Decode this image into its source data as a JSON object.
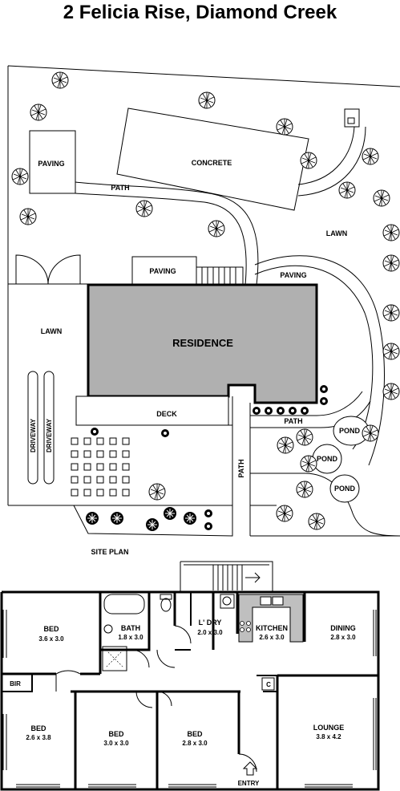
{
  "title": "2 Felicia Rise, Diamond Creek",
  "site_plan": {
    "caption": "SITE PLAN",
    "labels": {
      "paving_left": "PAVING",
      "concrete": "CONCRETE",
      "path_top": "PATH",
      "lawn_right": "LAWN",
      "paving_mid": "PAVING",
      "paving_right": "PAVING",
      "lawn_left": "LAWN",
      "residence": "RESIDENCE",
      "deck": "DECK",
      "path_right": "PATH",
      "path_vertical": "PATH",
      "pond_1": "POND",
      "pond_2": "POND",
      "pond_3": "POND",
      "driveway_1": "DRIVEWAY",
      "driveway_2": "DRIVEWAY"
    }
  },
  "floor_plan": {
    "rooms": {
      "bed_1": {
        "name": "BED",
        "size": "3.6 x 3.0"
      },
      "bath": {
        "name": "BATH",
        "size": "1.8 x 3.0"
      },
      "laundry": {
        "name": "L' DRY",
        "size": "2.0 x 3.0"
      },
      "kitchen": {
        "name": "KITCHEN",
        "size": "2.6 x 3.0"
      },
      "dining": {
        "name": "DINING",
        "size": "2.8 x 3.0"
      },
      "bir": {
        "name": "BIR"
      },
      "cupboard": {
        "name": "C"
      },
      "bed_2": {
        "name": "BED",
        "size": "2.6 x 3.8"
      },
      "bed_3": {
        "name": "BED",
        "size": "3.0 x 3.0"
      },
      "bed_4": {
        "name": "BED",
        "size": "2.8 x 3.0"
      },
      "lounge": {
        "name": "LOUNGE",
        "size": "3.8 x 4.2"
      },
      "entry": {
        "name": "ENTRY"
      }
    }
  }
}
